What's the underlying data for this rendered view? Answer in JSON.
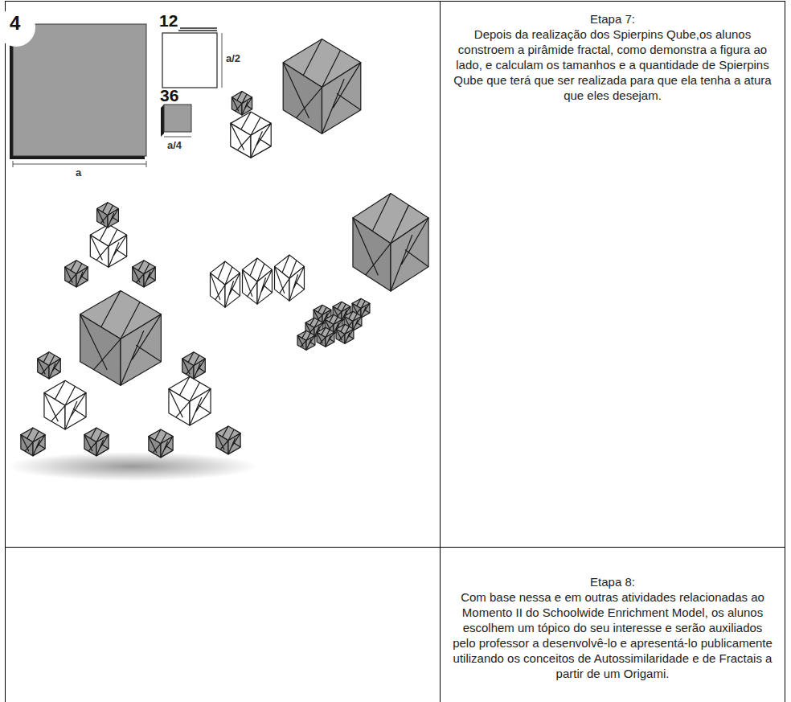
{
  "diagram": {
    "nodes": [
      {
        "text": [
          "Etapa 7:",
          "Depois da realização dos Spierpins Qube,os alunos constroem a pirâmide fractal, como demonstra a figura ao lado, e calculam os tamanhos e a quantidade de Spierpins Qube que terá que ser realizada para que ela tenha a atura que eles desejam."
        ]
      },
      {
        "text": [
          "Etapa 8:",
          "Com base nessa e em outras atividades relacionadas ao Momento II do Schoolwide Enrichment Model, os alunos escolhem um tópico do seu interesse e serão auxiliados pelo professor a desenvolvê-lo e apresentá-lo publicamente utilizando os conceitos de Autossimilaridade e de Fractais a partir de um Origami."
        ]
      }
    ],
    "labels": [
      "4",
      "12",
      "a/2",
      "36",
      "a/4",
      "a"
    ]
  }
}
